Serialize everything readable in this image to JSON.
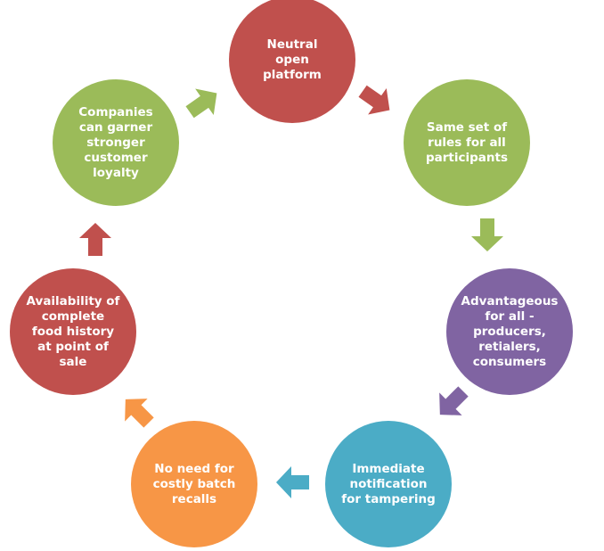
{
  "diagram": {
    "type": "cycle",
    "nodes": [
      {
        "id": "neutral",
        "label": "Neutral\nopen\nplatform",
        "color": "#c0504d"
      },
      {
        "id": "rules",
        "label": "Same set of\nrules for all\nparticipants",
        "color": "#9bbb59"
      },
      {
        "id": "advantageous",
        "label": "Advantageous\nfor all -\nproducers,\nretialers,\nconsumers",
        "color": "#8064a2"
      },
      {
        "id": "notification",
        "label": "Immediate\nnotification\nfor tampering",
        "color": "#4bacc6"
      },
      {
        "id": "recalls",
        "label": "No need for\ncostly batch\nrecalls",
        "color": "#f79646"
      },
      {
        "id": "history",
        "label": "Availability of\ncomplete\nfood history\nat point of\nsale",
        "color": "#c0504d"
      },
      {
        "id": "loyalty",
        "label": "Companies\ncan garner\nstronger\ncustomer\nloyalty",
        "color": "#9bbb59"
      }
    ],
    "arrows": [
      {
        "from": "neutral",
        "to": "rules",
        "color": "#c0504d"
      },
      {
        "from": "rules",
        "to": "advantageous",
        "color": "#9bbb59"
      },
      {
        "from": "advantageous",
        "to": "notification",
        "color": "#8064a2"
      },
      {
        "from": "notification",
        "to": "recalls",
        "color": "#4bacc6"
      },
      {
        "from": "recalls",
        "to": "history",
        "color": "#f79646"
      },
      {
        "from": "history",
        "to": "loyalty",
        "color": "#c0504d"
      },
      {
        "from": "loyalty",
        "to": "neutral",
        "color": "#9bbb59"
      }
    ]
  }
}
